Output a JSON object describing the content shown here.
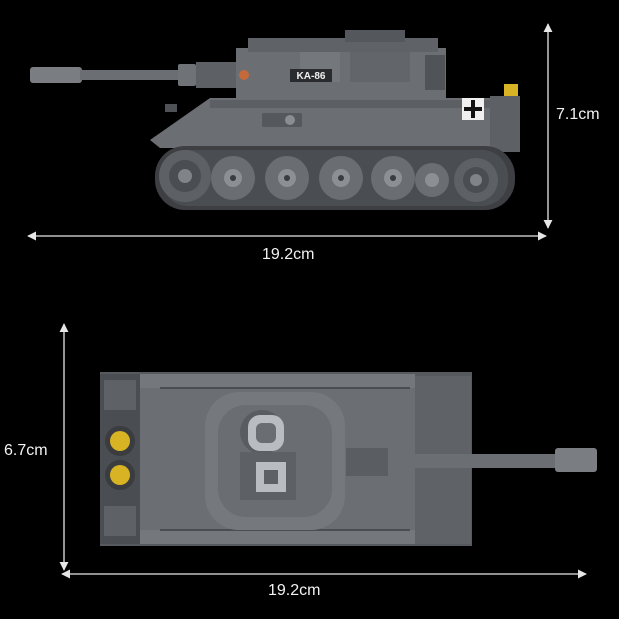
{
  "side_view": {
    "turret_marking": "KA-86",
    "width_label": "19.2cm",
    "height_label": "7.1cm"
  },
  "top_view": {
    "height_label": "6.7cm",
    "width_label": "19.2cm"
  },
  "colors": {
    "background": "#000000",
    "hull": "#6b6e73",
    "hull_dark": "#45484c",
    "track": "#3a3c3f",
    "accent_yellow": "#d8b424",
    "dimension_line": "#e6e6e6"
  }
}
